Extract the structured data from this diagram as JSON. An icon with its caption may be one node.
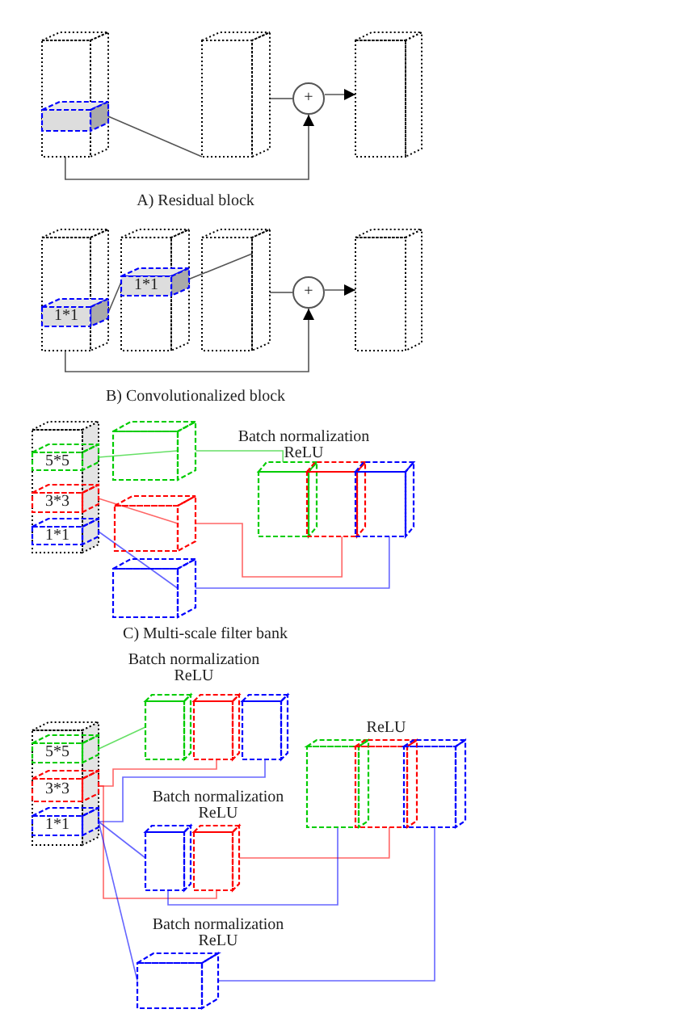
{
  "diagram": {
    "nodes": [
      {
        "text": [],
        "shape": "box"
      },
      {
        "text": [],
        "shape": "box",
        "in": 0
      },
      {
        "text": [],
        "shape": "box"
      },
      {
        "text": [
          "+"
        ]
      },
      {
        "text": [],
        "shape": "box"
      },
      {
        "text": [],
        "shape": "box"
      },
      {
        "text": [
          "1*1"
        ],
        "in": 5
      },
      {
        "text": [],
        "shape": "box"
      },
      {
        "text": [
          "1*1"
        ],
        "in": 7
      },
      {
        "text": [],
        "shape": "box"
      },
      {
        "text": [
          "+"
        ]
      },
      {
        "text": [],
        "shape": "box"
      },
      {
        "text": [],
        "shape": "box"
      },
      {
        "text": [
          "5*5"
        ],
        "in": 12
      },
      {
        "text": [
          "3*3"
        ],
        "in": 12
      },
      {
        "text": [
          "1*1"
        ],
        "in": 12
      },
      {
        "text": [],
        "shape": "box"
      },
      {
        "text": [],
        "shape": "box"
      },
      {
        "text": [],
        "shape": "box"
      },
      {
        "text": [],
        "shape": "box"
      },
      {
        "text": [],
        "shape": "box"
      },
      {
        "text": [],
        "shape": "box"
      },
      {
        "text": [],
        "shape": "box"
      },
      {
        "text": [
          "5*5"
        ],
        "in": 22
      },
      {
        "text": [
          "3*3"
        ],
        "in": 22
      },
      {
        "text": [
          "1*1"
        ],
        "in": 22
      },
      {
        "text": [],
        "shape": "box"
      },
      {
        "text": [],
        "shape": "box"
      },
      {
        "text": [],
        "shape": "box"
      },
      {
        "text": [],
        "shape": "box"
      },
      {
        "text": [],
        "shape": "box"
      },
      {
        "text": [],
        "shape": "box"
      },
      {
        "text": [],
        "shape": "box"
      },
      {
        "text": [],
        "shape": "box"
      },
      {
        "text": [],
        "shape": "box"
      }
    ],
    "edges": [
      {
        "from": 1,
        "to": 2,
        "arrow": "none"
      },
      {
        "from": 2,
        "to": 3,
        "arrow": "none"
      },
      {
        "from": 3,
        "to": 4,
        "arrow": "to"
      },
      {
        "from": 0,
        "to": 3,
        "arrow": "to"
      },
      {
        "from": 6,
        "to": 8,
        "arrow": "none"
      },
      {
        "from": 8,
        "to": 9,
        "arrow": "none"
      },
      {
        "from": 9,
        "to": 10,
        "arrow": "none"
      },
      {
        "from": 10,
        "to": 11,
        "arrow": "to"
      },
      {
        "from": 5,
        "to": 10,
        "arrow": "to"
      },
      {
        "from": 13,
        "to": 16,
        "arrow": "none",
        "color": "#00cc00"
      },
      {
        "from": 14,
        "to": 17,
        "arrow": "none",
        "color": "#ff0000"
      },
      {
        "from": 15,
        "to": 18,
        "arrow": "none",
        "color": "#0000ff"
      },
      {
        "from": 16,
        "to": 19,
        "arrow": "none",
        "color": "#00cc00"
      },
      {
        "from": 17,
        "to": 20,
        "arrow": "none",
        "color": "#ff0000"
      },
      {
        "from": 18,
        "to": 21,
        "arrow": "none",
        "color": "#0000ff"
      },
      {
        "from": 23,
        "to": 26,
        "arrow": "none",
        "color": "#00cc00"
      },
      {
        "from": 24,
        "to": 27,
        "arrow": "none",
        "color": "#ff0000"
      },
      {
        "from": 25,
        "to": 28,
        "arrow": "none",
        "color": "#0000ff"
      },
      {
        "from": 24,
        "to": 30,
        "arrow": "none",
        "color": "#ff0000"
      },
      {
        "from": 25,
        "to": 29,
        "arrow": "none",
        "color": "#0000ff"
      },
      {
        "from": 25,
        "to": 31,
        "arrow": "none",
        "color": "#0000ff"
      },
      {
        "from": 30,
        "to": 33,
        "arrow": "none",
        "color": "#ff0000"
      },
      {
        "from": 29,
        "to": 32,
        "arrow": "none",
        "color": "#0000ff"
      },
      {
        "from": 31,
        "to": 34,
        "arrow": "none",
        "color": "#0000ff"
      }
    ],
    "labels": [
      "A) Residual block",
      "B) Convolutionalized block",
      "Batch normalization ReLU",
      "C) Multi-scale filter bank",
      "Batch normalization ReLU",
      "ReLU",
      "Batch normalization ReLU",
      "Batch normalization ReLU"
    ]
  }
}
